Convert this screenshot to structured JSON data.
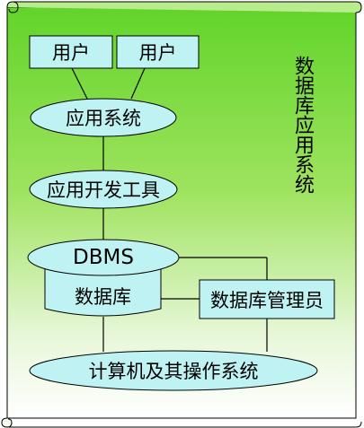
{
  "diagram": {
    "title": "数据库应用系统",
    "nodes": {
      "user_left": "用户",
      "user_right": "用户",
      "app_system": "应用系统",
      "dev_tools": "应用开发工具",
      "dbms": "DBMS",
      "database": "数据库",
      "dba": "数据库管理员",
      "os": "计算机及其操作系统"
    },
    "colors": {
      "background_top": "#7ddf3c",
      "background_bottom": "#ffffff",
      "node_fill": "#bff2f2",
      "node_stroke": "#000000",
      "line": "#000000"
    }
  }
}
